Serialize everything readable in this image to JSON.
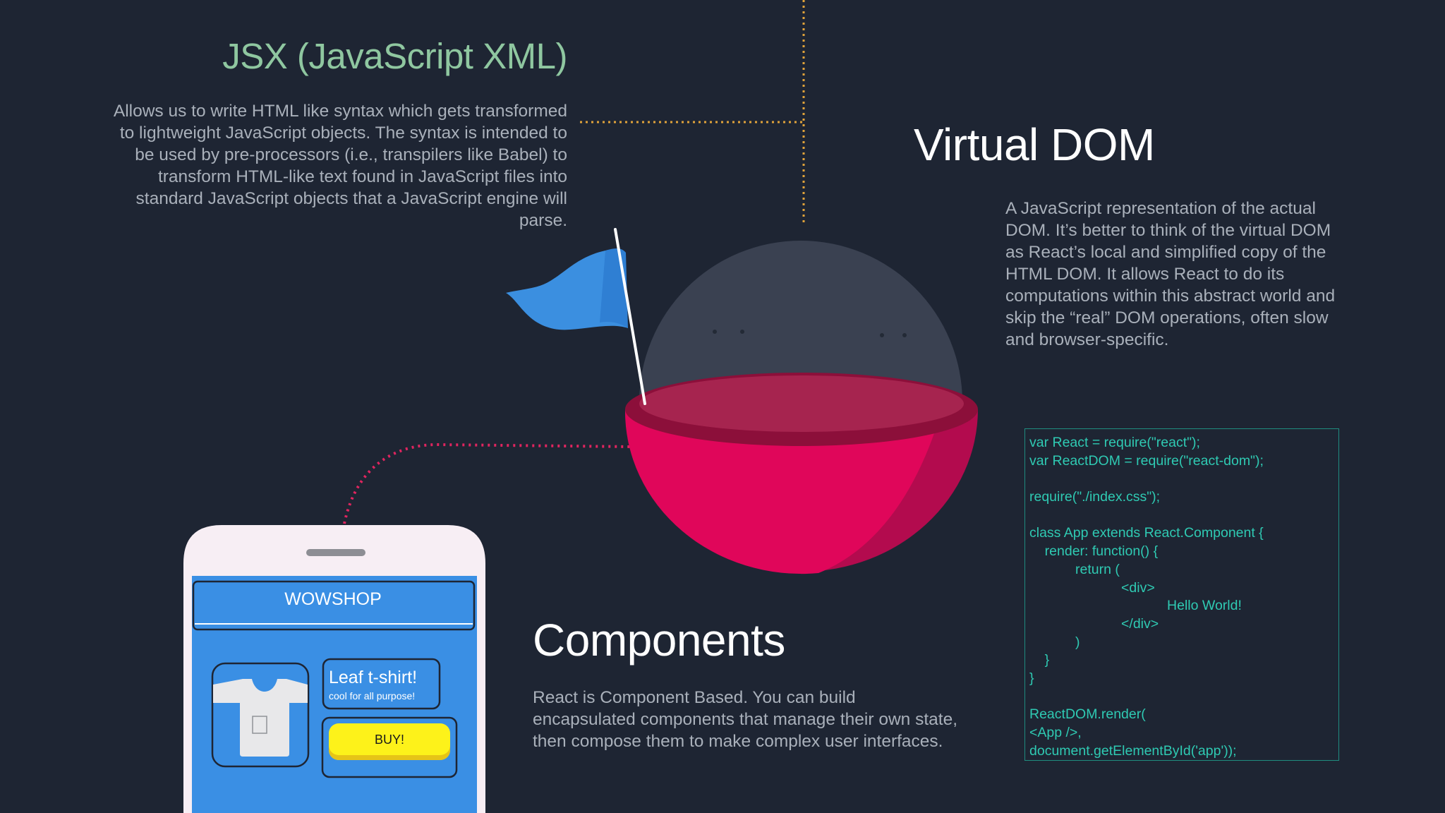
{
  "jsx": {
    "title": "JSX (JavaScript XML)",
    "lines": [
      "Allows us to write HTML like syntax which gets transformed",
      "to lightweight JavaScript objects. The syntax is intended to",
      "be used by pre-processors (i.e., transpilers like Babel) to",
      "transform HTML-like text found in JavaScript files into",
      "standard JavaScript objects that a JavaScript engine will",
      "parse."
    ]
  },
  "virtual_dom": {
    "title": "Virtual DOM",
    "lines": [
      "A JavaScript representation of the actual",
      "DOM. It’s better to think of the virtual DOM",
      "as React’s local and simplified copy of the",
      "HTML DOM. It allows React to do its",
      "computations within this abstract world and",
      "skip the “real” DOM operations, often slow",
      "and browser-specific."
    ]
  },
  "components": {
    "title": "Components",
    "lines": [
      "React is Component Based. You can build",
      "encapsulated components that manage their own state,",
      "then compose them to make complex user interfaces."
    ]
  },
  "code": {
    "lines": [
      "var React = require(\"react\");",
      "var ReactDOM = require(\"react-dom\");",
      "",
      "require(\"./index.css\");",
      "",
      "class App extends React.Component {",
      "    render: function() {",
      "            return (",
      "                        <div>",
      "                                    Hello World!",
      "                        </div>",
      "            )",
      "    }",
      "}",
      "",
      "ReactDOM.render(",
      "<App />,",
      "document.getElementById('app'));"
    ]
  },
  "phone": {
    "header": "WOWSHOP",
    "product_name": "Leaf t-shirt!",
    "product_subtitle": "cool for all purpose!",
    "buy_label": "BUY!",
    "tshirt_icon": "tshirt-icon"
  },
  "colors": {
    "background": "#1e2533",
    "jsx_title": "#8fc7a0",
    "body_text": "#a9b0ba",
    "code_text": "#2fcab3",
    "bowl": "#e0065a",
    "flag": "#3b8fe0",
    "phone_screen": "#3a8fe4",
    "buy_button": "#fdf21a",
    "dotted_orange": "#e0a23a",
    "dotted_pink": "#e0255f"
  }
}
